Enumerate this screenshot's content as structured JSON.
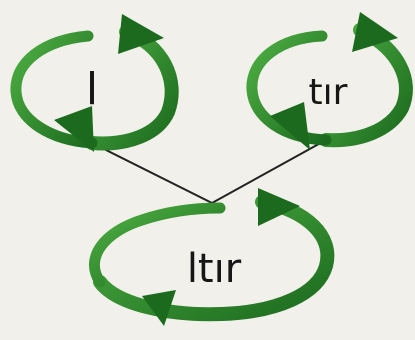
{
  "diagram": {
    "colors": {
      "arrow_dark": "#1b6a1e",
      "arrow_light": "#4fb043",
      "line": "#222222",
      "text": "#161616",
      "background": "#f1f0ea"
    },
    "nodes": [
      {
        "id": "left",
        "label": "l"
      },
      {
        "id": "right",
        "label": "tır"
      },
      {
        "id": "bottom",
        "label": "ltır"
      }
    ],
    "edges": [
      {
        "from": "left",
        "to": "bottom"
      },
      {
        "from": "right",
        "to": "bottom"
      }
    ]
  }
}
